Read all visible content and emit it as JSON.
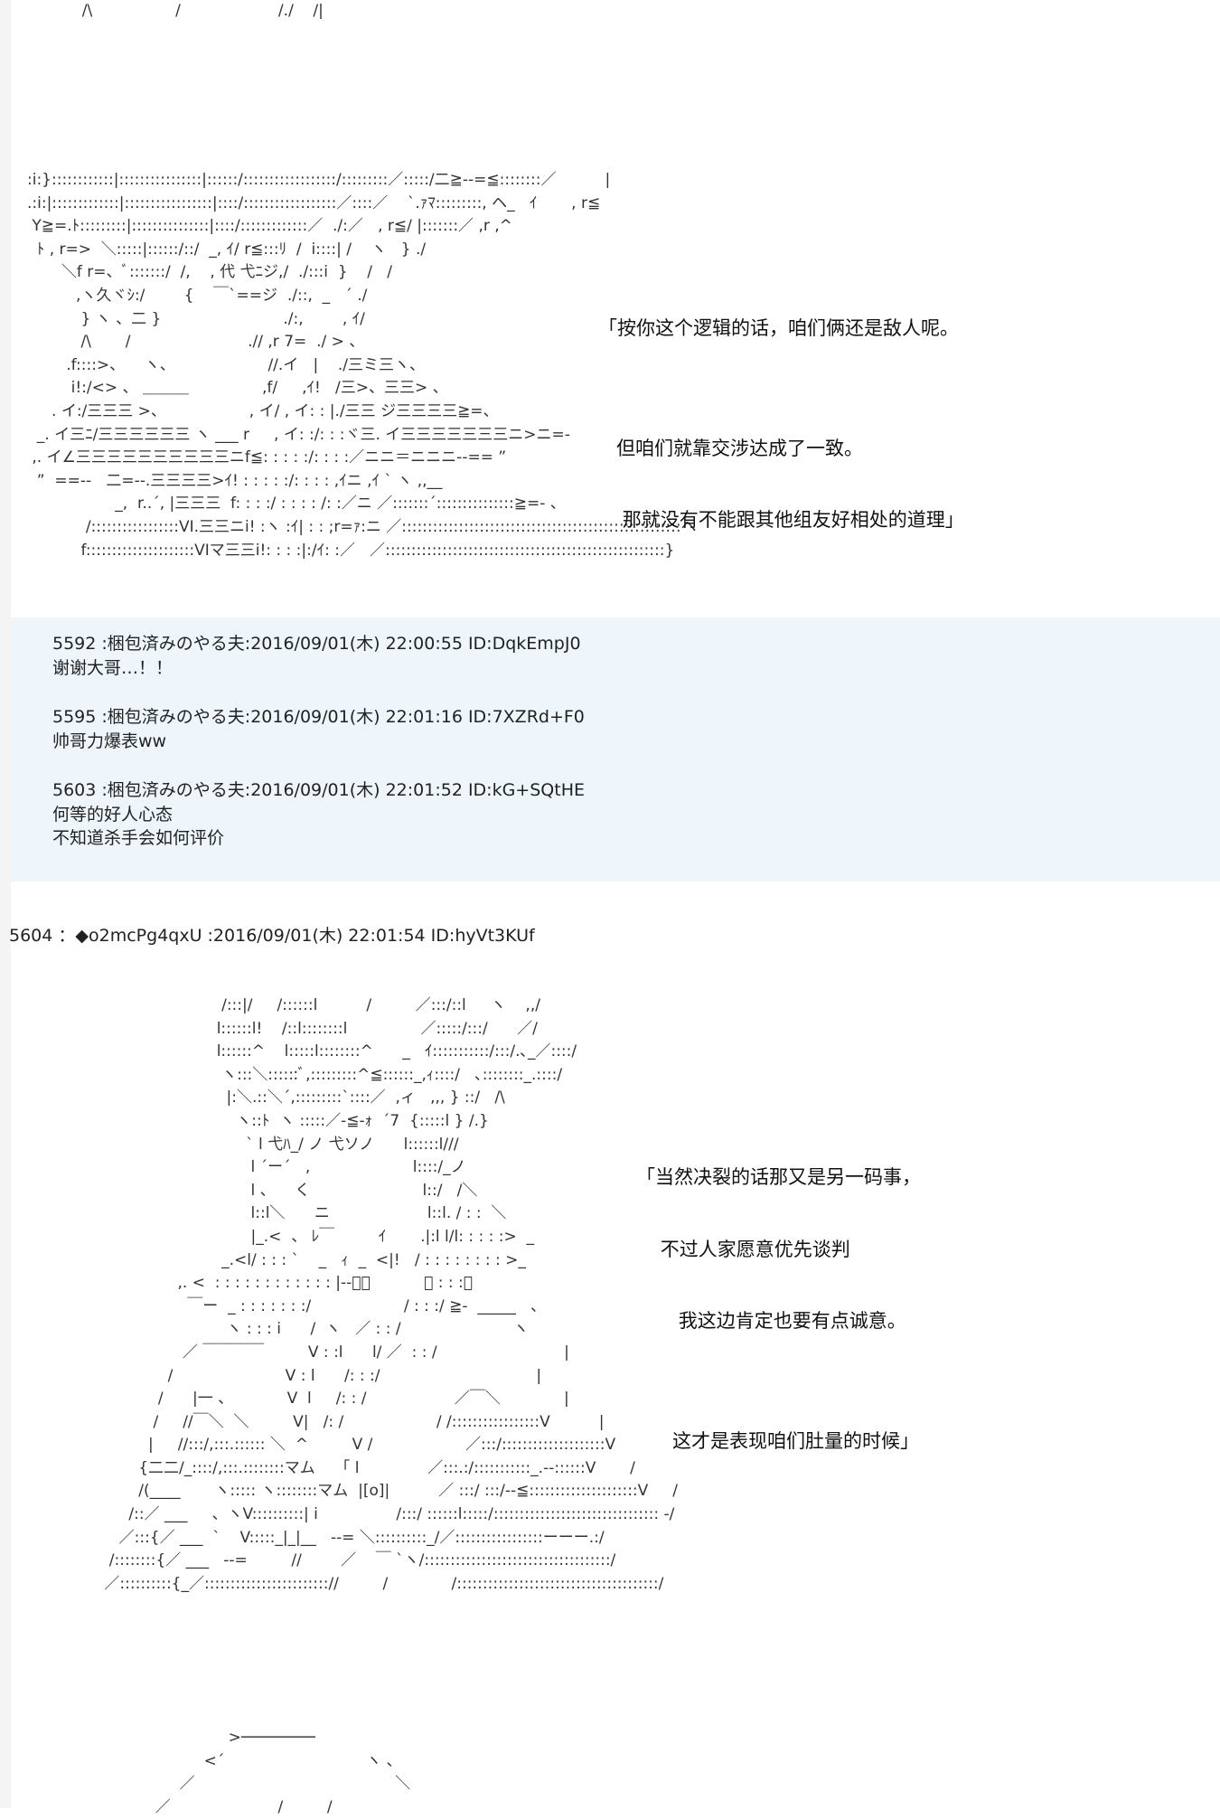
{
  "top_fragment": "  /\\                 /                    /./    /|",
  "art1": ":i:}::::::::::::|::::::::::::::::|::::::/::::::::::::::::::/:::::::::／:::::/二≧--=≦::::::::／          |\n.:i:|:::::::::::::|:::::::::::::::::|::::/::::::::::::::::::／::::／    `.ｧﾏ:::::::::, ヘ_   ｲ       , r≦\n Y≧=.ﾄ:::::::::|:::::::::::::::|::::/:::::::::::::／  ./:／   , r≦/ |:::::::／ ,r ,^\n  ﾄ , r=>  ＼:::::|::::::/::/  _, ｲ/ r≦:::ﾘ  /  i::::| /    ヽ   } ./\n       ＼f r=、ﾞ:::::::/  /,    , 代 弋ﾆジ,/  ./:::i  }    /   /\n          ,ヽ久ヾｼ:/        {    ￣`==ジ  ./::,  _   ´ ./\n           } ヽ 、二 }                         ./:,        , ｲ/\n           /\\       /                        .// ,r 7=  ./ > 、\n        .f::::>、    ヽ、                   //.イ   |    ./三ミ三ヽ、\n         i!:/<> 、 ＿＿＿               ,f/     ,ｲ!   /三>、三三> 、\n     . イ:/三三三 >、                 , イ/ , イ: : |./三三 ジ三三三三≧=、\n  _. イ三ﾆ/三三三三三三 ヽ ___ r     , イ: :/: : :ヾ三. イ三三三三三三三ニ>ニ=-\n ,. イ∠三三三三三三三三三三ニf≦: : : : :/: : : :／ニニ＝ニニニ--== ”\n  ”  ==--   二=--.三三三三>ｲ! : : : : :/: : : : ,ｲニ ,ｲ ` ヽ ,,__\n                  _,  r..´, |三三三  f: : : :/ : : : : /: :／ニ ／:::::::´:::::::::::::::≧=- 、\n            /:::::::::::::::::VI.三三ニi! :ヽ :ｲ| : : ;r=ｧ:ニ ／::::::::::::::::::::::::::::::::::::::::::::::::::::::ヘ\n           f:::::::::::::::::::::VIマ三三i!: : : :|:/ｲ: :／   ／::::::::::::::::::::::::::::::::::::::::::::::::::::::}",
  "speech1": [
    "「按你这个逻辑的话，咱们俩还是敌人呢。",
    "",
    "   但咱们就靠交涉达成了一致。",
    "    那就没有不能跟其他组友好相处的道理」"
  ],
  "replies": [
    {
      "header": "5592 :梱包済みのやる夫:2016/09/01(木) 22:00:55 ID:DqkEmpJ0",
      "lines": [
        "谢谢大哥…！！"
      ]
    },
    {
      "header": "5595 :梱包済みのやる夫:2016/09/01(木) 22:01:16 ID:7XZRd+F0",
      "lines": [
        "帅哥力爆表ww"
      ]
    },
    {
      "header": "5603 :梱包済みのやる夫:2016/09/01(木) 22:01:52 ID:kG+SQtHE",
      "lines": [
        "何等的好人心态",
        "不知道杀手会如何评价"
      ]
    }
  ],
  "post_header": "5604 ：◆o2mcPg4qxU :2016/09/01(木) 22:01:54 ID:hyVt3KUf",
  "art2": "                         /:::|/     /::::::l          /         ／:::/::l     ヽ    ,,/\n                        l::::::l!    /::l::::::::l               ／:::::/:::/      ／/\n                        l::::::^    l:::::l::::::::^      _   ｲ:::::::::::/:::/.､_／::::/\n                         ヽ:::＼::::::ﾞ,:::::::::^≦::::::_,ｨ::::/   ､::::::::_.::::/\n                          |:＼.::＼´,:::::::::`::::／  ,ィ   ,,, } ::/   /\\\n                            ヽ::ﾄ  ヽ :::::／-≦-ｫ  ´7  {:::::l } /.}\n                              ` l 弋ﾊ_/ ノ 弋ソノ      l::::::l///\n                               l ´ー´   ,                     l::::/_ノ\n                               l 、    く                       l::/   /＼\n                               l::l＼      ニ                    l::l. / : :  ＼\n                               |_.<  、 ﾚ￣         ｲ       .|:l l/l: : : : :>  _\n                         _.<l/ : : : `    _   ｨ  _  <|!   / : : : : : : : : >_\n                ,. <  : : : : : : : : : : : : |--ﾞﾞ           ／ : : :／\n                  ￣ー  _ : : : : : : :/                   / : : :/ ≧-  _____   、\n                          ヽ : : : i      /  ヽ   ／ : : /                       ヽ\n                 ／ ￣￣￣￣         V : :l      l/ ／  : : /                          |\n              /                       V : l      /: : :/                                |\n            /      |一 、           V  l     /: : /                  ／￣＼             |\n           /     //￣＼  ＼         V|   /: /                   / /:::::::::::::::::V          |\n          |     //:::/,:::.:::::: ＼  ^         V /                   ／:::/::::::::::::::::::::V\n        {二二/_::::/,:::.::::::::マム    「 l              ／:::.:/:::::::::::_.--::::::V       /\n        /(____       ヽ::::: ヽ::::::::マム  |[o]|          ／ :::/ :::/--≦:::::::::::::::::::::V     /\n      /::／ ___     、ヽV::::::::::| i                /:::/ ::::::l:::::/:::::::::::::::::::::::::::::::: -/\n    ／:::{／ ___  `    V:::::_|_|__   --= ＼::::::::::_/／:::::::::::::::::ーーー.:/\n  /::::::::{／ ___   --=         //        ／    ￣ `ヽ/::::::::::::::::::::::::::::::::::::/\n ／::::::::::{_／:::::::::::::::::::::::://         /             /:::::::::::::::::::::::::::::::::::::::/",
  "speech2": [
    "「当然决裂的话那又是另一码事，",
    "    不过人家愿意优先谈判",
    "       我这边肯定也要有点诚意。",
    "",
    "      这才是表现咱们肚量的时候」"
  ],
  "art3": "                   >────────\n              <´                             ヽ 、\n         ／                                         ＼\n    ／                      /         /"
}
